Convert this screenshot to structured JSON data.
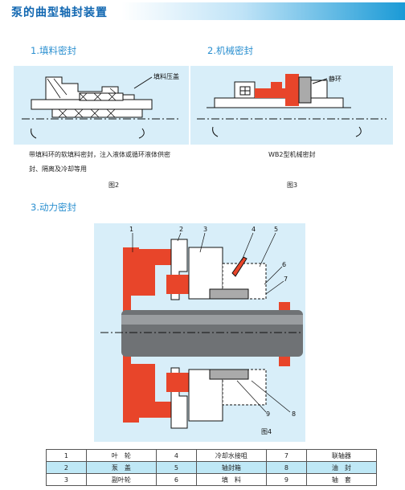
{
  "page": {
    "title": "泵的曲型轴封装置"
  },
  "sections": {
    "s1": "1.填料密封",
    "s2": "2.机械密封",
    "s3": "3.动力密封"
  },
  "fig2": {
    "label_gland": "填料压盖",
    "caption_line1": "带填料环的软填料密封，注入液体或循环液体供密",
    "caption_line2": "封、隔离及冷却等用",
    "fig_label": "图2"
  },
  "fig3": {
    "label_ring": "静环",
    "caption": "WB2型机械密封",
    "fig_label": "图3"
  },
  "fig4": {
    "callouts": [
      "1",
      "2",
      "3",
      "4",
      "5",
      "6",
      "7",
      "8",
      "9"
    ],
    "fig_label": "图4"
  },
  "parts_table": {
    "rows": [
      [
        {
          "n": "1",
          "t": "叶　轮"
        },
        {
          "n": "4",
          "t": "冷却水接咀"
        },
        {
          "n": "7",
          "t": "联轴器"
        }
      ],
      [
        {
          "n": "2",
          "t": "泵　盖"
        },
        {
          "n": "5",
          "t": "轴封箱"
        },
        {
          "n": "8",
          "t": "油　封"
        }
      ],
      [
        {
          "n": "3",
          "t": "副叶轮"
        },
        {
          "n": "6",
          "t": "填　料"
        },
        {
          "n": "9",
          "t": "轴　套"
        }
      ]
    ],
    "highlight_row": 1
  },
  "colors": {
    "accent": "#1a9ad6",
    "heading": "#2a8fd0",
    "seal_red": "#e8452a",
    "panel": "#d8eef9"
  }
}
